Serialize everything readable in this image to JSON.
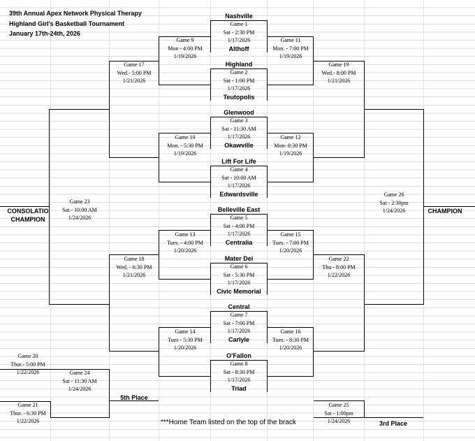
{
  "header": {
    "line1": "39th Annual Apex Network Physical Therapy",
    "line2": "Highland Girl's Basketball Tournament",
    "line3": "January 17th-24th, 2026"
  },
  "games": [
    {
      "id": "g1",
      "game": "Game 1",
      "time": "Sat - 2:30 PM",
      "date": "1/17/2026"
    },
    {
      "id": "g2",
      "game": "Game 2",
      "time": "Sat - 1:00 PM",
      "date": "1/17/2026"
    },
    {
      "id": "g3",
      "game": "Game 3",
      "time": "Sat - 11:30 AM",
      "date": "1/17/2026"
    },
    {
      "id": "g4",
      "game": "Game 4",
      "time": "Sat - 10:00 AM",
      "date": "1/17/2026"
    },
    {
      "id": "g5",
      "game": "Game 5",
      "time": "Sat - 4:00 PM",
      "date": "1/17/2026"
    },
    {
      "id": "g6",
      "game": "Game 6",
      "time": "Sat - 5:30 PM",
      "date": "1/17/2026"
    },
    {
      "id": "g7",
      "game": "Game 7",
      "time": "Sat - 7:00 PM",
      "date": "1/17/2026"
    },
    {
      "id": "g8",
      "game": "Game 8",
      "time": "Sat - 8:30 PM",
      "date": "1/17/2026"
    },
    {
      "id": "g9",
      "game": "Game 9",
      "time": "Mon - 4:00 PM",
      "date": "1/19/2026"
    },
    {
      "id": "g10",
      "game": "Game 10",
      "time": "Mon. - 5:30 PM",
      "date": "1/19/2026"
    },
    {
      "id": "g11",
      "game": "Game 11",
      "time": "Mon. - 7:00 PM",
      "date": "1/19/2026"
    },
    {
      "id": "g12",
      "game": "Game 12",
      "time": "Mon- 8:30 PM",
      "date": "1/19/2026"
    },
    {
      "id": "g13",
      "game": "Game 13",
      "time": "Tues. - 4:00 PM",
      "date": "1/20/2026"
    },
    {
      "id": "g14",
      "game": "Game 14",
      "time": "Tues - 5:30 PM",
      "date": "1/20/2026"
    },
    {
      "id": "g15",
      "game": "Game 15",
      "time": "Tues. - 7:00 PM",
      "date": "1/20/2026"
    },
    {
      "id": "g16",
      "game": "Game 16",
      "time": "Tues. - 8:30 PM",
      "date": "1/20/2026"
    },
    {
      "id": "g17",
      "game": "Game 17",
      "time": "Wed.- 5:00 PM",
      "date": "1/21/2026"
    },
    {
      "id": "g18",
      "game": "Game 18",
      "time": "Wed. - 6:30 PM",
      "date": "1/21/2026"
    },
    {
      "id": "g19",
      "game": "Game 19",
      "time": "Wed.- 8:00 PM",
      "date": "1/21/2026"
    },
    {
      "id": "g20",
      "game": "Game 20",
      "time": "Thur.- 5:00 PM",
      "date": "1/22/2026"
    },
    {
      "id": "g21",
      "game": "Game 21",
      "time": "Thur. - 6:30 PM",
      "date": "1/22/2026"
    },
    {
      "id": "g22",
      "game": "Game 22",
      "time": "Thu - 8:00 PM",
      "date": "1/22/2026"
    },
    {
      "id": "g23",
      "game": "Game 23",
      "time": "Sat.- 10:00 AM",
      "date": "1/24/2026"
    },
    {
      "id": "g24",
      "game": "Game 24",
      "time": "Sat - 11:30 AM",
      "date": "1/24/2026"
    },
    {
      "id": "g25",
      "game": "Game 25",
      "time": "Sat - 1:00pm",
      "date": "1/24/2026"
    },
    {
      "id": "g26",
      "game": "Game 26",
      "time": "Sat - 2:30pm",
      "date": "1/24/2026"
    }
  ],
  "teams": [
    "Nashville",
    "Althoff",
    "Highland",
    "Teutopolis",
    "Glenwood",
    "Okawville",
    "Lift For Life",
    "Edwardsville",
    "Belleville East",
    "Centralia",
    "Mater Dei",
    "Civic Memorial",
    "Central",
    "Carlyle",
    "O'Fallon",
    "Triad"
  ],
  "labels": {
    "consolation_1": "CONSOLATIO",
    "consolation_2": "CHAMPION",
    "champion": "CHAMPION",
    "fifth_place": "5th Place",
    "third_place": "3rd Place",
    "note": "***Home Team listed on the top of the brack"
  }
}
